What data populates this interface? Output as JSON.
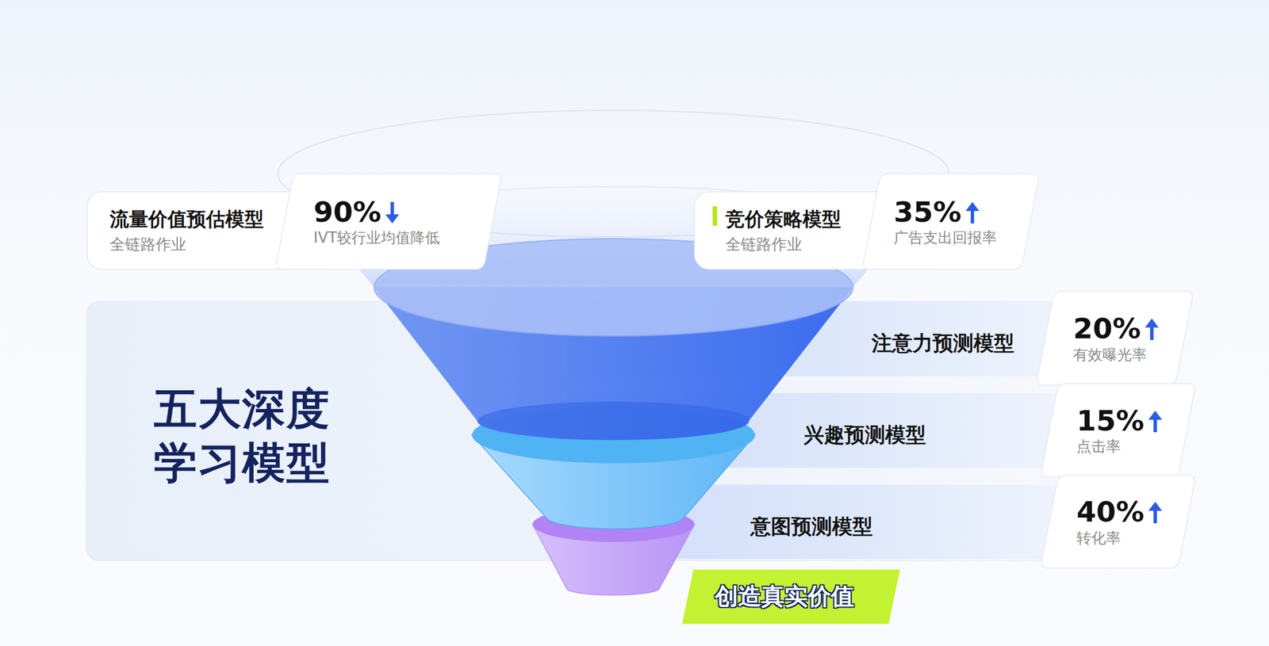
{
  "diagram": {
    "nodes": [
      {
        "text": [
          "流量价值预估模型",
          "全链路作业"
        ]
      },
      {
        "text": [
          "90%",
          "IVT较行业均值降低"
        ]
      },
      {
        "text": [
          "竞价策略模型",
          "全链路作业"
        ]
      },
      {
        "text": [
          "35%",
          "广告支出回报率"
        ]
      },
      {
        "text": [
          "五大深度 学习模型"
        ]
      },
      {
        "text": [
          "注意力预测模型"
        ]
      },
      {
        "text": [
          "20%",
          "有效曝光率"
        ]
      },
      {
        "text": [
          "兴趣预测模型"
        ]
      },
      {
        "text": [
          "15%",
          "点击率"
        ]
      },
      {
        "text": [
          "意图预测模型"
        ]
      },
      {
        "text": [
          "40%",
          "转化率"
        ]
      },
      {
        "text": [
          "创造真实价值"
        ]
      }
    ]
  }
}
